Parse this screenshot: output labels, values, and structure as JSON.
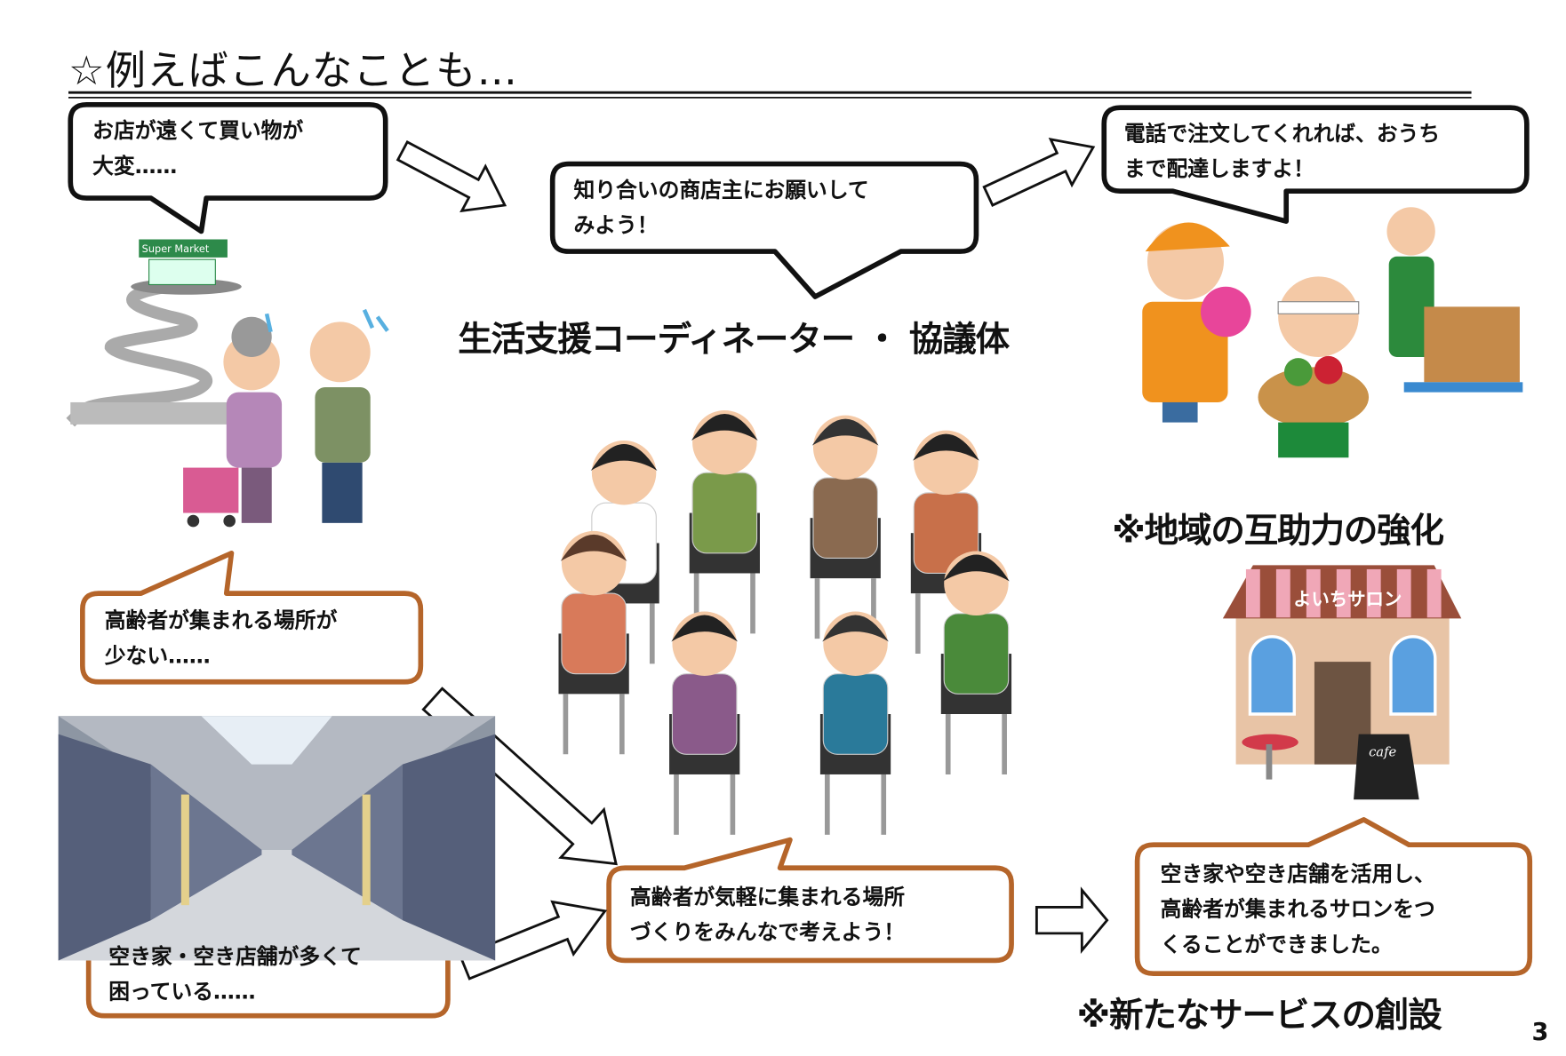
{
  "title": "☆例えばこんなことも…",
  "bubbles": {
    "far_store": [
      "お店が遠くて買い物が",
      "大変……"
    ],
    "ask_shopkeeper": [
      "知り合いの商店主にお願いして",
      "みよう！"
    ],
    "delivery": [
      "電話で注文してくれれば、おうち",
      "まで配達しますよ！"
    ],
    "few_places": [
      "高齢者が集まれる場所が",
      "少ない……"
    ],
    "vacant_shops": [
      "空き家・空き店舗が多くて",
      "困っている……"
    ],
    "discuss": [
      "高齢者が気軽に集まれる場所",
      "づくりをみんなで考えよう！"
    ],
    "salon_result": [
      "空き家や空き店舗を活用し、",
      "高齢者が集まれるサロンをつ",
      "くることができました。"
    ]
  },
  "center_heading": "生活支援コーディネーター ・ 協議体",
  "note_mutual_aid": "※地域の互助力の強化",
  "note_new_service": "※新たなサービスの創設",
  "illustrations": {
    "supermarket_sign": "Super Market",
    "salon_sign": "よいちサロン",
    "cafe_board": "cafe"
  },
  "page_number": "3",
  "colors": {
    "orange_border": "#b5652a",
    "black_border": "#111111"
  }
}
